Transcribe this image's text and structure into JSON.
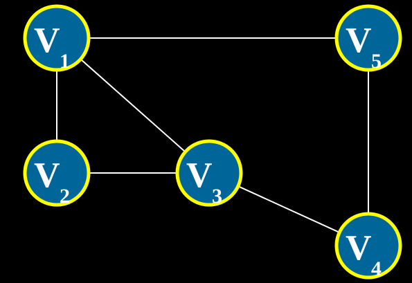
{
  "graph": {
    "colors": {
      "background": "#000000",
      "node_fill": "#006699",
      "node_outline": "#ffff00",
      "edge": "#ffffff",
      "label": "#ffffff"
    },
    "nodes": [
      {
        "id": "v1",
        "letter": "V",
        "sub": "1"
      },
      {
        "id": "v2",
        "letter": "V",
        "sub": "2"
      },
      {
        "id": "v3",
        "letter": "V",
        "sub": "3"
      },
      {
        "id": "v4",
        "letter": "V",
        "sub": "4"
      },
      {
        "id": "v5",
        "letter": "V",
        "sub": "5"
      }
    ],
    "edges": [
      {
        "from": "v1",
        "to": "v5"
      },
      {
        "from": "v1",
        "to": "v2"
      },
      {
        "from": "v1",
        "to": "v3"
      },
      {
        "from": "v2",
        "to": "v3"
      },
      {
        "from": "v3",
        "to": "v4"
      },
      {
        "from": "v5",
        "to": "v4"
      }
    ]
  }
}
